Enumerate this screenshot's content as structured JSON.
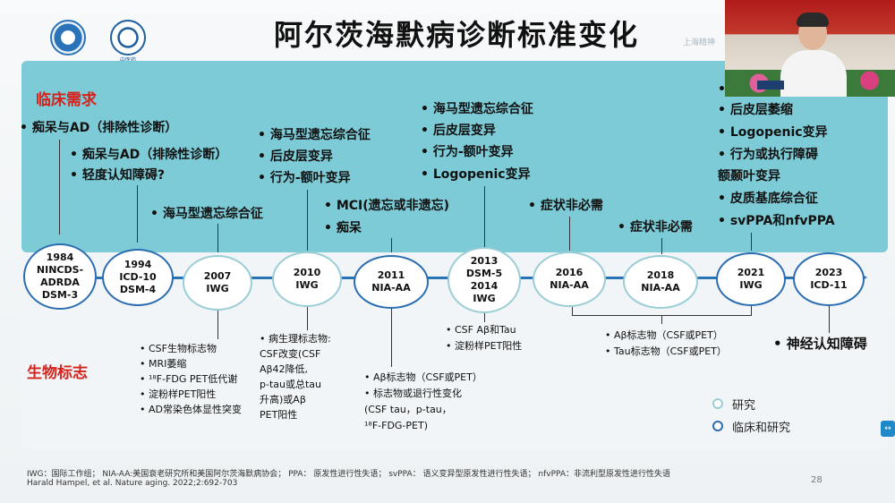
{
  "title": "阿尔茨海默病诊断标准变化",
  "sections": {
    "clinical": "临床需求",
    "biomarker": "生物标志"
  },
  "clinical_items": {
    "c1984": [
      "• 痴呆与AD（排除性诊断）"
    ],
    "c1994": [
      "• 痴呆与AD（排除性诊断）",
      "• 轻度认知障碍?"
    ],
    "c2007": [
      "• 海马型遗忘综合征"
    ],
    "c2010": [
      "• 海马型遗忘综合征",
      "• 后皮层变异",
      "• 行为-额叶变异"
    ],
    "c2011": [
      "• MCI(遗忘或非遗忘)",
      "• 痴呆"
    ],
    "c2013": [
      "• 海马型遗忘综合征",
      "• 后皮层变异",
      "• 行为-额叶变异",
      "• Logopenic变异"
    ],
    "c2016": [
      "• 症状非必需"
    ],
    "c2018": [
      "• 症状非必需"
    ],
    "c2021": [
      "•",
      "• 后皮层萎缩",
      "• Logopenic变异",
      "• 行为或执行障碍",
      "  额颞叶变异",
      "• 皮质基底综合征",
      "• svPPA和nfvPPA"
    ]
  },
  "nodes": [
    {
      "id": "n1984",
      "label": "1984\nNINCDS-\nADRDA\nDSM-3",
      "type": "clinical"
    },
    {
      "id": "n1994",
      "label": "1994\nICD-10\nDSM-4",
      "type": "clinical"
    },
    {
      "id": "n2007",
      "label": "2007\nIWG",
      "type": "research"
    },
    {
      "id": "n2010",
      "label": "2010\nIWG",
      "type": "research"
    },
    {
      "id": "n2011",
      "label": "2011\nNIA-AA",
      "type": "clinical"
    },
    {
      "id": "n2013",
      "label": "2013\nDSM-5\n2014\nIWG",
      "type": "research"
    },
    {
      "id": "n2016",
      "label": "2016\nNIA-AA",
      "type": "research"
    },
    {
      "id": "n2018",
      "label": "2018\nNIA-AA",
      "type": "research"
    },
    {
      "id": "n2021",
      "label": "2021\nIWG",
      "type": "clinical"
    },
    {
      "id": "n2023",
      "label": "2023\nICD-11",
      "type": "clinical"
    }
  ],
  "biomarker_items": {
    "b2007": [
      "• CSF生物标志物",
      "• MRI萎缩",
      "• ¹⁸F-FDG PET低代谢",
      "• 淀粉样PET阳性",
      "• AD常染色体显性突变"
    ],
    "b2010": [
      "• 病生理标志物:",
      "  CSF改变(CSF",
      "  Aβ42降低,",
      "  p-tau或总tau",
      "  升高)或Aβ",
      "  PET阳性"
    ],
    "b2011": [
      "• Aβ标志物（CSF或PET）",
      "• 标志物或退行性变化",
      "  (CSF tau，p-tau，",
      "  ¹⁸F-FDG-PET)"
    ],
    "b2013": [
      "• CSF Aβ和Tau",
      "• 淀粉样PET阳性"
    ],
    "b2016": [
      "• Aβ标志物（CSF或PET）",
      "• Tau标志物（CSF或PET）"
    ],
    "b2023": [
      "• 神经认知障碍"
    ]
  },
  "legend": {
    "research": "研究",
    "clinical": "临床和研究"
  },
  "footnotes": {
    "line1": "IWG：国际工作组；  NIA-AA:美国衰老研究所和美国阿尔茨海默病协会；  PPA：  原发性进行性失语；  svPPA：  语义变异型原发性进行性失语；  nfvPPA：非流利型原发性进行性失语",
    "line2": "Harald Hampel, et al. Nature aging. 2022;2:692-703"
  },
  "logo2_caption": "中医药",
  "page_number": "28",
  "watermark": "上海精神"
}
